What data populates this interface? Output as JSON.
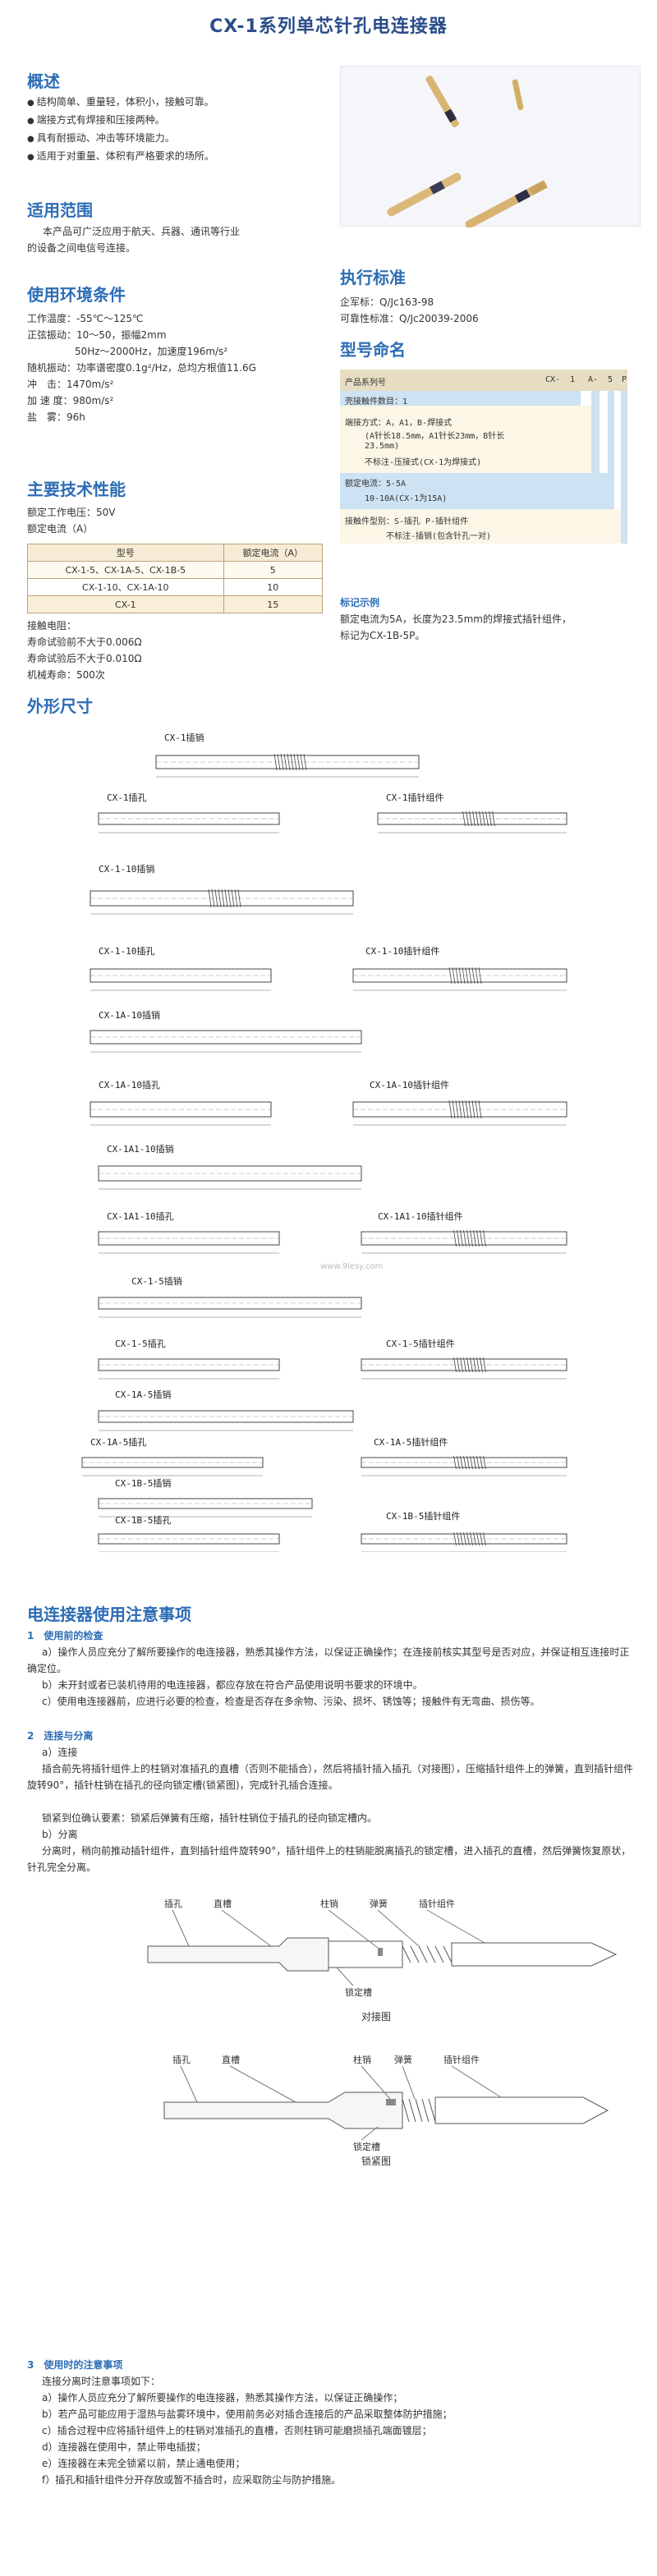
{
  "title": "CX-1系列单芯针孔电连接器",
  "overview": {
    "heading": "概述",
    "bullets": [
      "结构简单、重量轻，体积小，接触可靠。",
      "端接方式有焊接和压接两种。",
      "具有耐振动、冲击等环境能力。",
      "适用于对重量、体积有严格要求的场所。"
    ]
  },
  "scope": {
    "heading": "适用范围",
    "text_1": "本产品可广泛应用于航天、兵器、通讯等行业",
    "text_2": "的设备之间电信号连接。"
  },
  "conditions": {
    "heading": "使用环境条件",
    "lines": [
      "工作温度：-55℃～125℃",
      "正弦振动：10～50，振幅2mm",
      "50Hz～2000Hz，加速度196m/s²",
      "随机振动：功率谱密度0.1g²/Hz，总均方根值11.6G",
      "冲　击：1470m/s²",
      "加 速 度：980m/s²",
      "盐　雾：96h"
    ]
  },
  "performance": {
    "heading": "主要技术性能",
    "voltage": "额定工作电压：50V",
    "current_label": "额定电流（A）",
    "table_header": [
      "型号",
      "额定电流（A）"
    ],
    "table_rows": [
      [
        "CX-1-5、CX-1A-5、CX-1B-5",
        "5"
      ],
      [
        "CX-1-10、CX-1A-10",
        "10"
      ],
      [
        "CX-1",
        "15"
      ]
    ],
    "resistance_label": "接触电阻：",
    "before_life": "寿命试验前不大于0.006Ω",
    "after_life": "寿命试验后不大于0.010Ω",
    "mech_life": "机械寿命：500次"
  },
  "standard": {
    "heading": "执行标准",
    "mil": "企军标：Q/Jc163-98",
    "reliability": "可靠性标准：Q/Jc20039-2006"
  },
  "naming": {
    "heading": "型号命名",
    "header_cells": [
      "产品系列号",
      "CX-",
      "1",
      "A-",
      "5",
      "P"
    ],
    "row_1": "壳接触件数目：1",
    "row_2": "端接方式：A，A1，B-焊接式",
    "row_2b": "(A针长18.5mm，A1针长23mm，B针长",
    "row_2c": "23.5mm)",
    "row_2d": "不标注-压接式(CX-1为焊接式)",
    "row_3": "额定电流：5-5A",
    "row_3b": "10-10A(CX-1为15A)",
    "row_4": "接触件型别：S-插孔 P-插针组件",
    "row_4b": "不标注-插销(包含针孔一对)",
    "example_label": "标记示例",
    "example_1": "额定电流为5A，长度为23.5mm的焊接式插针组件，",
    "example_2": "标记为CX-1B-5P。"
  },
  "dimensions": {
    "heading": "外形尺寸",
    "labels": [
      "CX-1插销",
      "CX-1插孔",
      "CX-1插针组件",
      "CX-1-10插销",
      "CX-1-10插孔",
      "CX-1-10插针组件",
      "CX-1A-10插销",
      "CX-1A-10插孔",
      "CX-1A-10插针组件",
      "CX-1A1-10插销",
      "CX-1A1-10插孔",
      "CX-1A1-10插针组件",
      "CX-1-5插销",
      "CX-1-5插孔",
      "CX-1-5插针组件",
      "CX-1A-5插销",
      "CX-1A-5插孔",
      "CX-1A-5插针组件",
      "CX-1B-5插销",
      "CX-1B-5插孔",
      "CX-1B-5插针组件"
    ],
    "watermark": "www.9iesy.com"
  },
  "notes": {
    "heading": "电连接器使用注意事项",
    "s1_title": "1　使用前的检查",
    "s1_a": "a）操作人员应充分了解所要操作的电连接器，熟悉其操作方法，以保证正确操作；在连接前核实其型号是否对应，并保证相互连接时正确定位。",
    "s1_b": "b）未开封或者已装机待用的电连接器，都应存放在符合产品使用说明书要求的环境中。",
    "s1_c": "c）使用电连接器前，应进行必要的检查，检查是否存在多余物、污染、损坏、锈蚀等；接触件有无弯曲、损伤等。",
    "s2_title": "2　连接与分离",
    "s2_a": "a）连接",
    "s2_a_text": "插合前先将插针组件上的柱销对准插孔的直槽（否则不能插合），然后将插针插入插孔（对接图），压缩插针组件上的弹簧，直到插针组件旋转90°，插针柱销在插孔的径向锁定槽(锁紧图)，完成针孔插合连接。",
    "s2_a_lock": "锁紧到位确认要素：锁紧后弹簧有压缩，插针柱销位于插孔的径向锁定槽内。",
    "s2_b": "b）分离",
    "s2_b_text": "分离时，稍向前推动插针组件，直到插针组件旋转90°，插针组件上的柱销能脱离插孔的锁定槽，进入插孔的直槽，然后弹簧恢复原状，针孔完全分离。",
    "fig1_labels": [
      "插孔",
      "直槽",
      "柱销",
      "弹簧",
      "插针组件",
      "锁定槽"
    ],
    "fig1_caption": "对接图",
    "fig2_labels": [
      "插孔",
      "直槽",
      "柱销",
      "弹簧",
      "插针组件",
      "锁定槽"
    ],
    "fig2_caption": "锁紧图",
    "s3_title": "3　使用时的注意事项",
    "s3_intro": "连接分离时注意事项如下：",
    "s3_items": [
      "a）操作人员应充分了解所要操作的电连接器，熟悉其操作方法，以保证正确操作；",
      "b）若产品可能应用于湿热与盐雾环境中，使用前务必对插合连接后的产品采取整体防护措施；",
      "c）插合过程中应将插针组件上的柱销对准插孔的直槽，否则柱销可能磨损插孔端面镀层；",
      "d）连接器在使用中，禁止带电插拔；",
      "e）连接器在未完全锁紧以前，禁止通电使用；",
      "f）插孔和插针组件分开存放或暂不插合时，应采取防尘与防护措施。"
    ]
  }
}
